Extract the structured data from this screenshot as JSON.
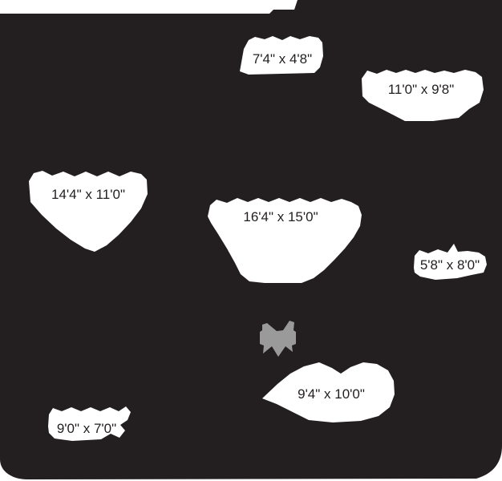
{
  "colors": {
    "background": "#ffffff",
    "silhouette": "#231f20",
    "label_background": "#ffffff",
    "text": "#231f20",
    "fan": "#9a9a9a"
  },
  "icons": [
    {
      "name": "ceiling-fan-icon",
      "color": "#9a9a9a"
    }
  ],
  "rooms": [
    {
      "dimensions": "7'4\" x 4'8\""
    },
    {
      "dimensions": "11'0\" x 9'8\""
    },
    {
      "dimensions": "14'4\" x 11'0\""
    },
    {
      "dimensions": "16'4\" x 15'0\""
    },
    {
      "dimensions": "5'8\" x 8'0\""
    },
    {
      "dimensions": "9'4\" x 10'0\""
    },
    {
      "dimensions": "9'0\" x 7'0\""
    }
  ]
}
